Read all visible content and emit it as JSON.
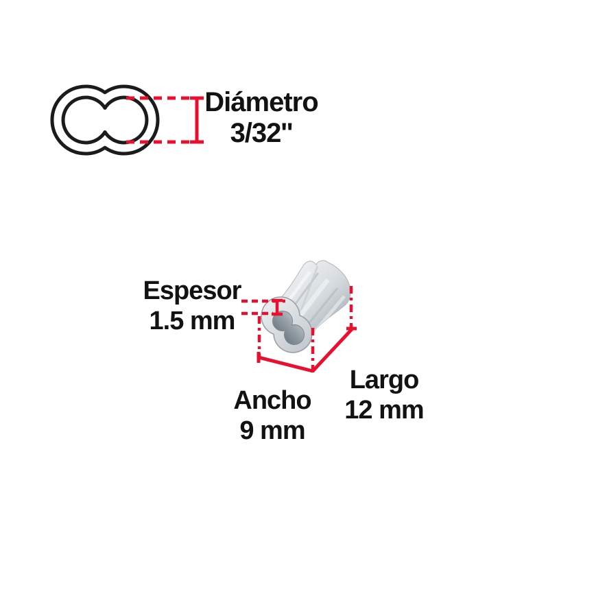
{
  "colors": {
    "accent_red": "#e8102e",
    "outline_black": "#1b1b1b",
    "text_color": "#121212",
    "metal_light": "#eef1f2",
    "metal_mid": "#d6dbdf",
    "metal_dark": "#b5bdc3",
    "hole_dark": "#6e7981"
  },
  "labels": {
    "diameter": {
      "line1": "Diámetro",
      "line2": "3/32''"
    },
    "thickness": {
      "line1": "Espesor",
      "line2": "1.5 mm"
    },
    "width": {
      "line1": "Ancho",
      "line2": "9 mm"
    },
    "length": {
      "line1": "Largo",
      "line2": "12 mm"
    }
  }
}
